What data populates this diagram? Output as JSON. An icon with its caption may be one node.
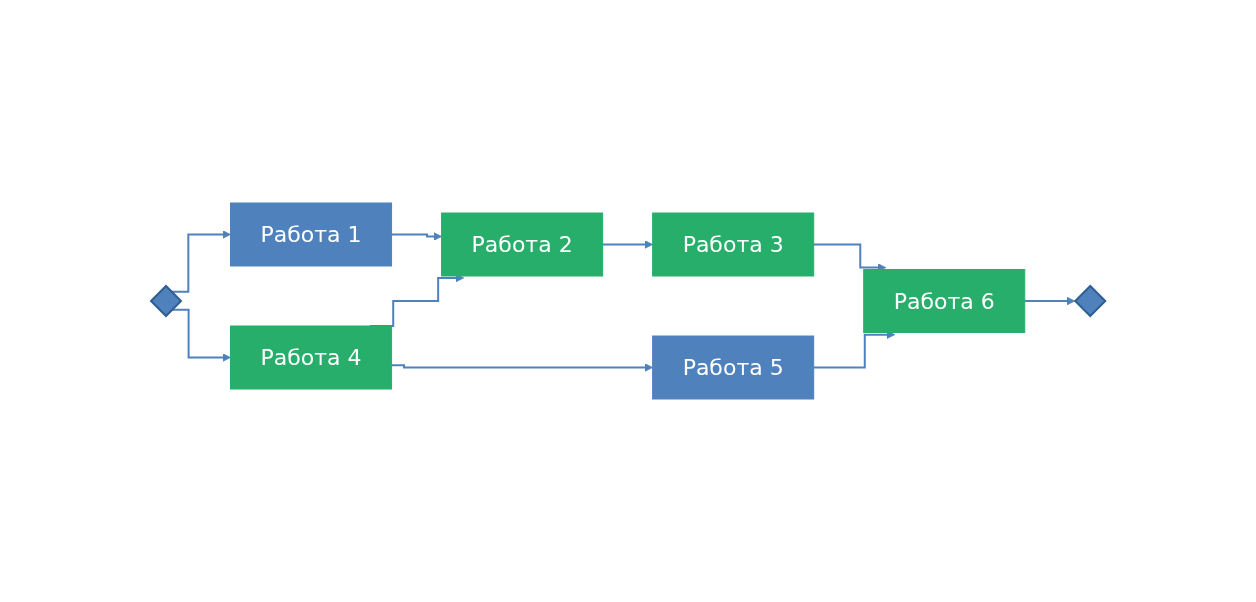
{
  "diagram": {
    "nodes": [
      {
        "text": [],
        "shape": "diamond"
      },
      {
        "text": [
          "Работа 1"
        ]
      },
      {
        "text": [
          "Работа 2"
        ]
      },
      {
        "text": [
          "Работа 3"
        ]
      },
      {
        "text": [
          "Работа 4"
        ]
      },
      {
        "text": [
          "Работа 5"
        ]
      },
      {
        "text": [
          "Работа 6"
        ]
      },
      {
        "text": [],
        "shape": "diamond"
      }
    ],
    "edges": [
      {
        "from": 0,
        "to": 1,
        "arrow": "to"
      },
      {
        "from": 0,
        "to": 4,
        "arrow": "to"
      },
      {
        "from": 1,
        "to": 2,
        "arrow": "to"
      },
      {
        "from": 4,
        "to": 2,
        "arrow": "to"
      },
      {
        "from": 2,
        "to": 3,
        "arrow": "to"
      },
      {
        "from": 4,
        "to": 5,
        "arrow": "to"
      },
      {
        "from": 3,
        "to": 6,
        "arrow": "to"
      },
      {
        "from": 5,
        "to": 6,
        "arrow": "to"
      },
      {
        "from": 6,
        "to": 7,
        "arrow": "to"
      }
    ]
  }
}
